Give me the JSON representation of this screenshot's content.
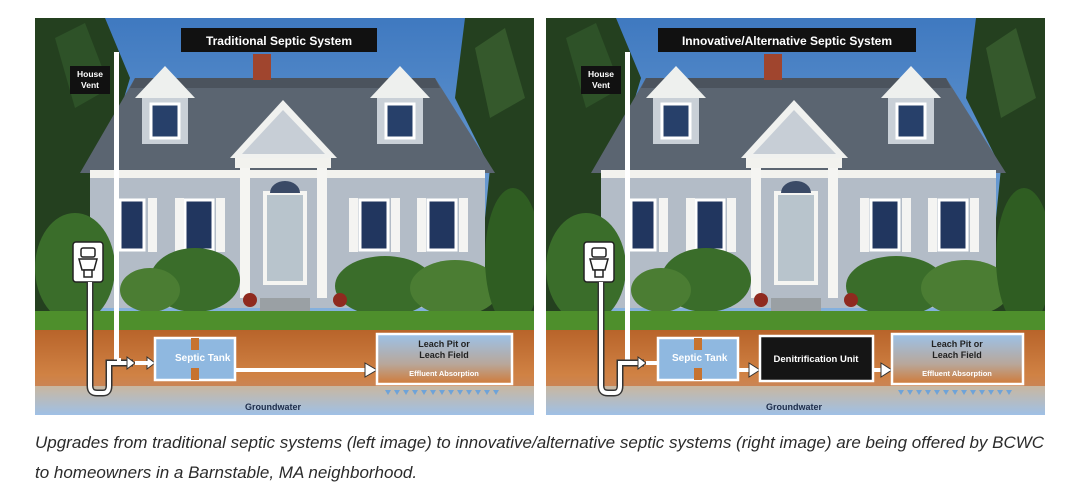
{
  "left": {
    "title": "Traditional Septic System",
    "house_vent": [
      "House",
      "Vent"
    ],
    "septic_tank": "Septic Tank",
    "leach": [
      "Leach Pit or",
      "Leach Field"
    ],
    "effluent": "Effluent Absorption",
    "groundwater": "Groundwater"
  },
  "right": {
    "title": "Innovative/Alternative Septic System",
    "house_vent": [
      "House",
      "Vent"
    ],
    "septic_tank": "Septic Tank",
    "denitrification": "Denitrification Unit",
    "leach": [
      "Leach Pit or",
      "Leach Field"
    ],
    "effluent": "Effluent Absorption",
    "groundwater": "Groundwater"
  },
  "caption": "Upgrades from traditional septic systems (left image) to innovative/alternative septic systems (right image) are being offered by BCWC to homeowners in a Barnstable, MA neighborhood.",
  "colors": {
    "sky": "#4f86c6",
    "roof": "#5a6470",
    "siding": "#aeb8c4",
    "trim": "#f4f4f0",
    "grass": "#4e8f2c",
    "soil": "#c7732f",
    "groundwater": "#a9c6e6",
    "tank": "#8fb8e0",
    "denitrification": "#151515",
    "label_bg": "#111111"
  }
}
